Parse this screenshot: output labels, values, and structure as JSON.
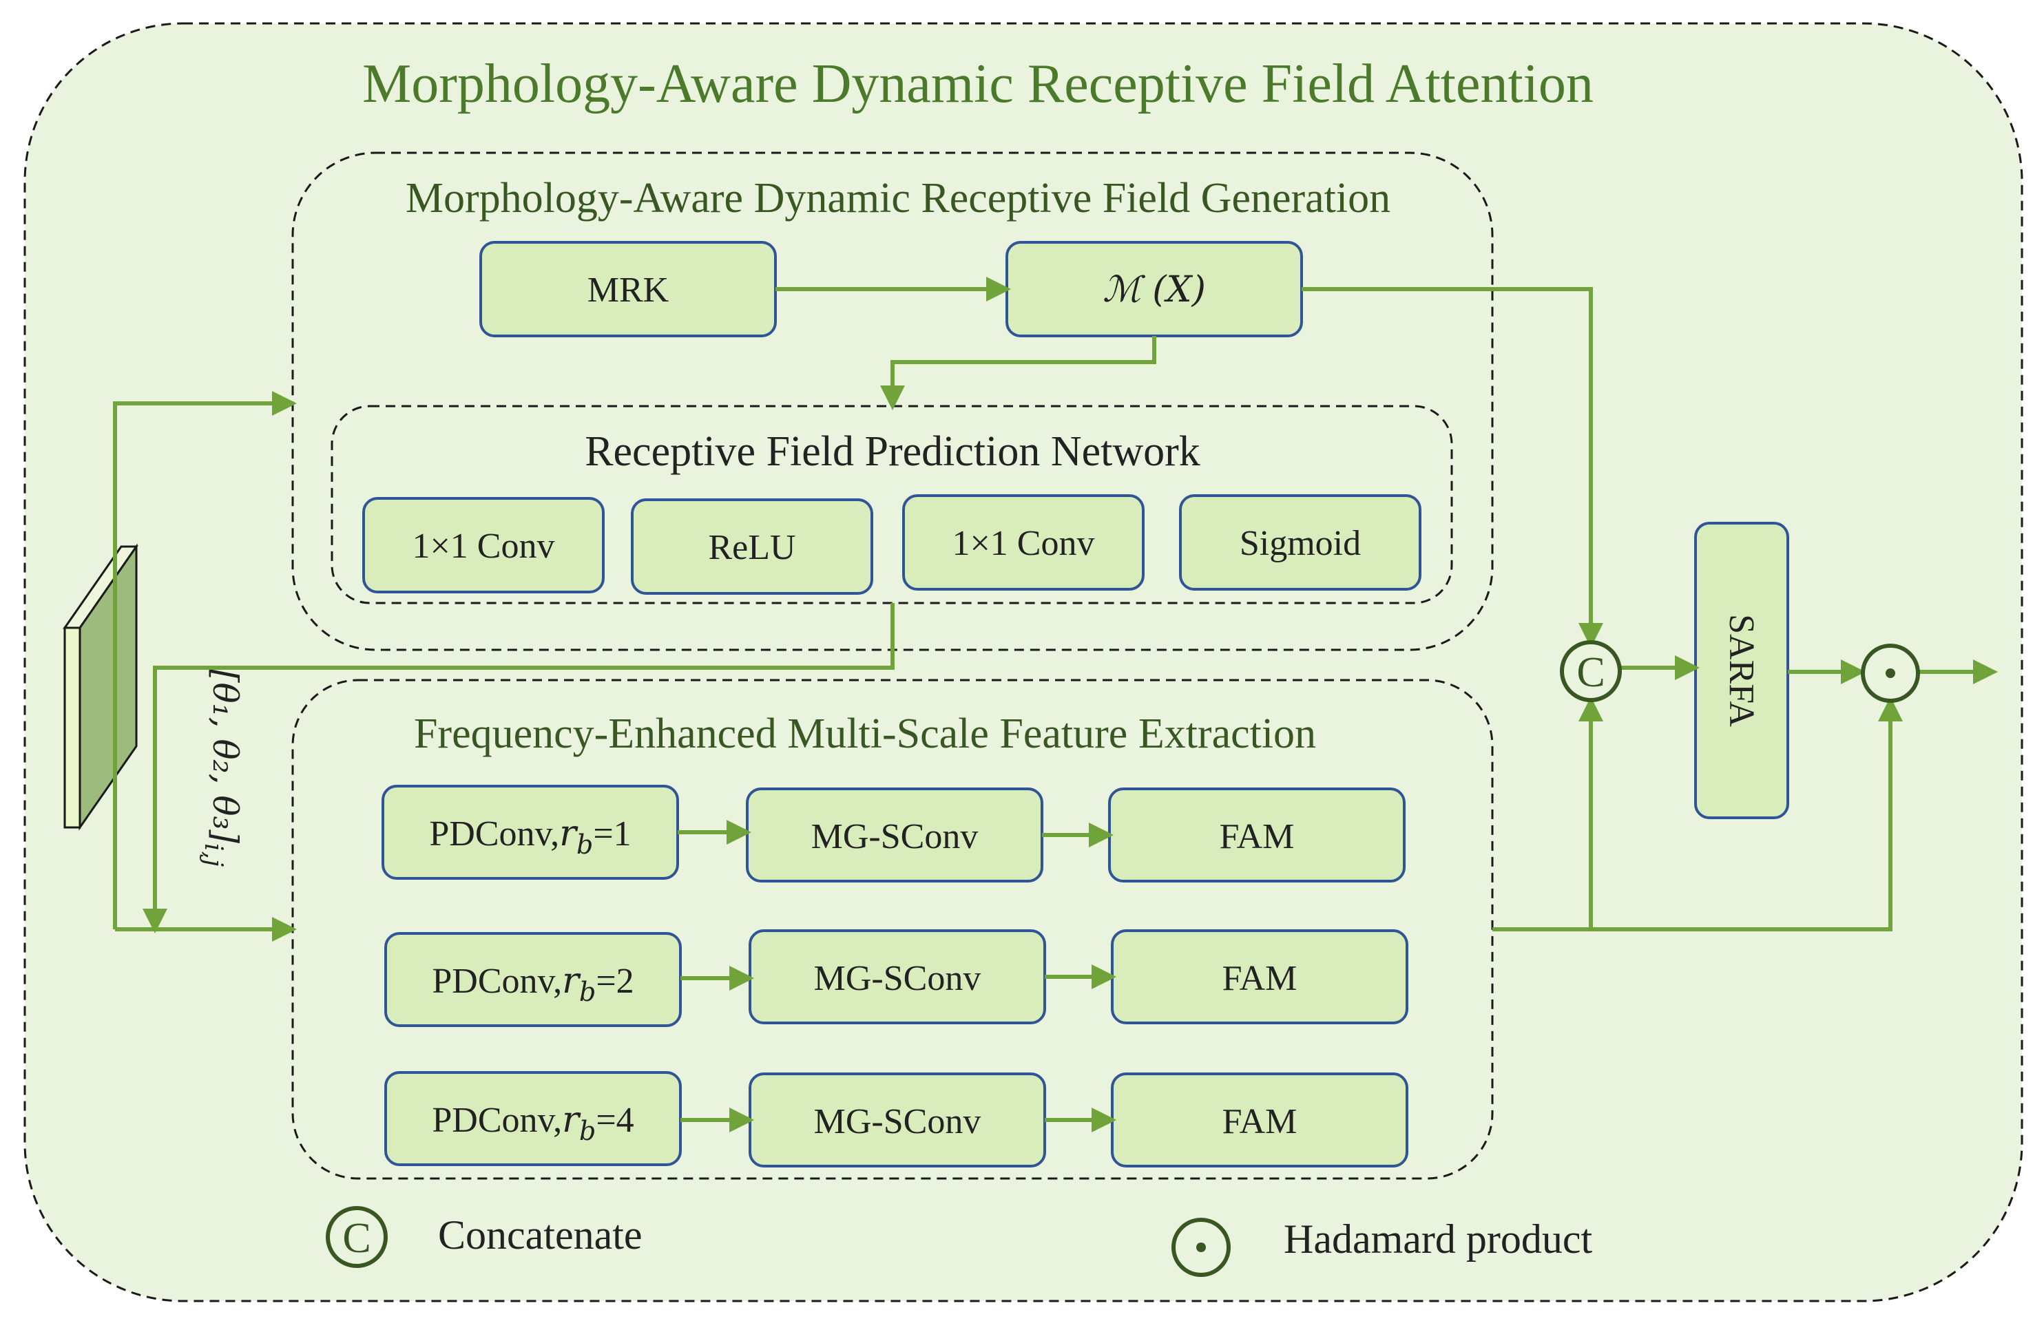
{
  "title": "Morphology-Aware Dynamic Receptive Field Attention",
  "colors": {
    "panel_fill": "#eaf3dd",
    "box_fill": "#d9ecbc",
    "box_border": "#2f5597",
    "arrow": "#70a33a",
    "title_text": "#385723"
  },
  "generation": {
    "title": "Morphology-Aware Dynamic Receptive Field Generation",
    "mrk": "MRK",
    "mx": "ℳ (X)"
  },
  "prediction": {
    "title": "Receptive Field Prediction Network",
    "layers": [
      "1×1 Conv",
      "ReLU",
      "1×1 Conv",
      "Sigmoid"
    ]
  },
  "theta_label": "[θ₁, θ₂, θ₃]",
  "theta_sub": "i,j",
  "extraction": {
    "title": "Frequency-Enhanced Multi-Scale Feature Extraction",
    "rows": [
      {
        "pdconv": "PDConv,",
        "r": "r",
        "b": "b",
        "rate": "=1",
        "mg": "MG-SConv",
        "fam": "FAM"
      },
      {
        "pdconv": "PDConv,",
        "r": "r",
        "b": "b",
        "rate": "=2",
        "mg": "MG-SConv",
        "fam": "FAM"
      },
      {
        "pdconv": "PDConv,",
        "r": "r",
        "b": "b",
        "rate": "=4",
        "mg": "MG-SConv",
        "fam": "FAM"
      }
    ]
  },
  "sarfa": "SARFA",
  "concat_symbol": "C",
  "legend": {
    "concat_label": "Concatenate",
    "hadamard_label": "Hadamard product"
  }
}
